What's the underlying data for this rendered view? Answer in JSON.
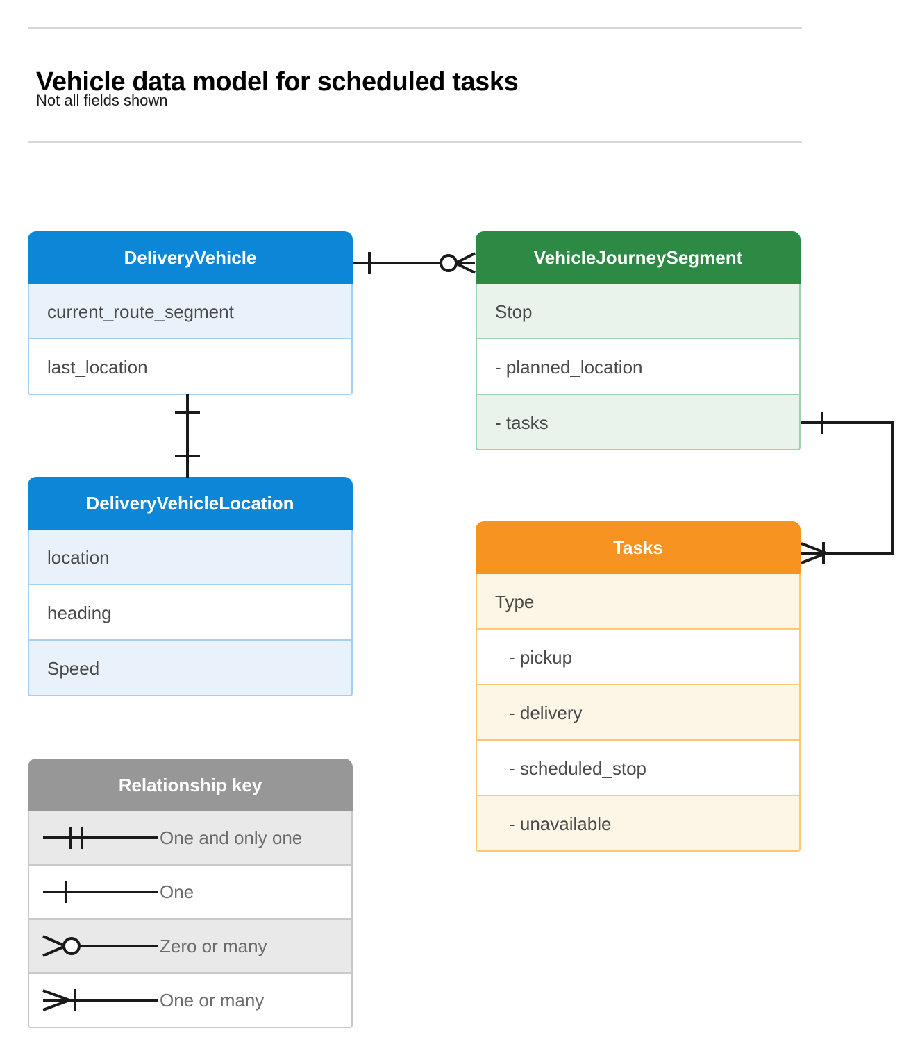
{
  "header": {
    "title": "Vehicle data model for scheduled tasks",
    "subtitle": "Not all fields shown"
  },
  "colors": {
    "blue_header": "#0c87d8",
    "blue_row": "#e9f2fb",
    "blue_border": "#a5cff0",
    "green_header": "#2d8a45",
    "green_row": "#e9f3ec",
    "green_border": "#9fd2ab",
    "orange_header": "#f79421",
    "orange_row": "#fdf5e6",
    "orange_border": "#fbc771",
    "gray_header": "#979797",
    "gray_row": "#e9e9e9",
    "gray_border": "#c9c9c9",
    "connector": "#1a1a1a",
    "rule": "#d7d7d7",
    "field_text": "#4a4a4a"
  },
  "entities": [
    {
      "id": "delivery-vehicle",
      "name": "DeliveryVehicle",
      "theme": "blue",
      "rows": [
        {
          "label": "current_route_segment",
          "indent": false
        },
        {
          "label": "last_location",
          "indent": false
        }
      ]
    },
    {
      "id": "vehicle-location",
      "name": "DeliveryVehicleLocation",
      "theme": "blue",
      "rows": [
        {
          "label": "location",
          "indent": false
        },
        {
          "label": "heading",
          "indent": false
        },
        {
          "label": "Speed",
          "indent": false
        }
      ]
    },
    {
      "id": "journey-segment",
      "name": "VehicleJourneySegment",
      "theme": "green",
      "rows": [
        {
          "label": "Stop",
          "indent": false
        },
        {
          "label": "-  planned_location",
          "indent": false
        },
        {
          "label": "- tasks",
          "indent": false
        }
      ]
    },
    {
      "id": "tasks",
      "name": "Tasks",
      "theme": "orange",
      "rows": [
        {
          "label": "Type",
          "indent": false
        },
        {
          "label": "-  pickup",
          "indent": true
        },
        {
          "label": "-  delivery",
          "indent": true
        },
        {
          "label": "-  scheduled_stop",
          "indent": true
        },
        {
          "label": "-  unavailable",
          "indent": true
        }
      ]
    }
  ],
  "legend": {
    "title": "Relationship key",
    "items": [
      {
        "symbol": "one-and-only-one",
        "label": "One and only one"
      },
      {
        "symbol": "one",
        "label": "One"
      },
      {
        "symbol": "zero-or-many",
        "label": "Zero or many"
      },
      {
        "symbol": "one-or-many",
        "label": "One or many"
      }
    ]
  },
  "relationships": [
    {
      "id": "vehicle-to-journey-segment",
      "from": "DeliveryVehicle",
      "to": "VehicleJourneySegment",
      "from_cardinality": "One",
      "to_cardinality": "Zero or many"
    },
    {
      "id": "vehicle-to-vehicle-location",
      "from": "DeliveryVehicle",
      "to": "DeliveryVehicleLocation",
      "from_cardinality": "One",
      "to_cardinality": "One"
    },
    {
      "id": "journey-segment-tasks-to-tasks",
      "from": "VehicleJourneySegment",
      "to": "Tasks",
      "from_cardinality": "One",
      "to_cardinality": "One or many"
    }
  ]
}
